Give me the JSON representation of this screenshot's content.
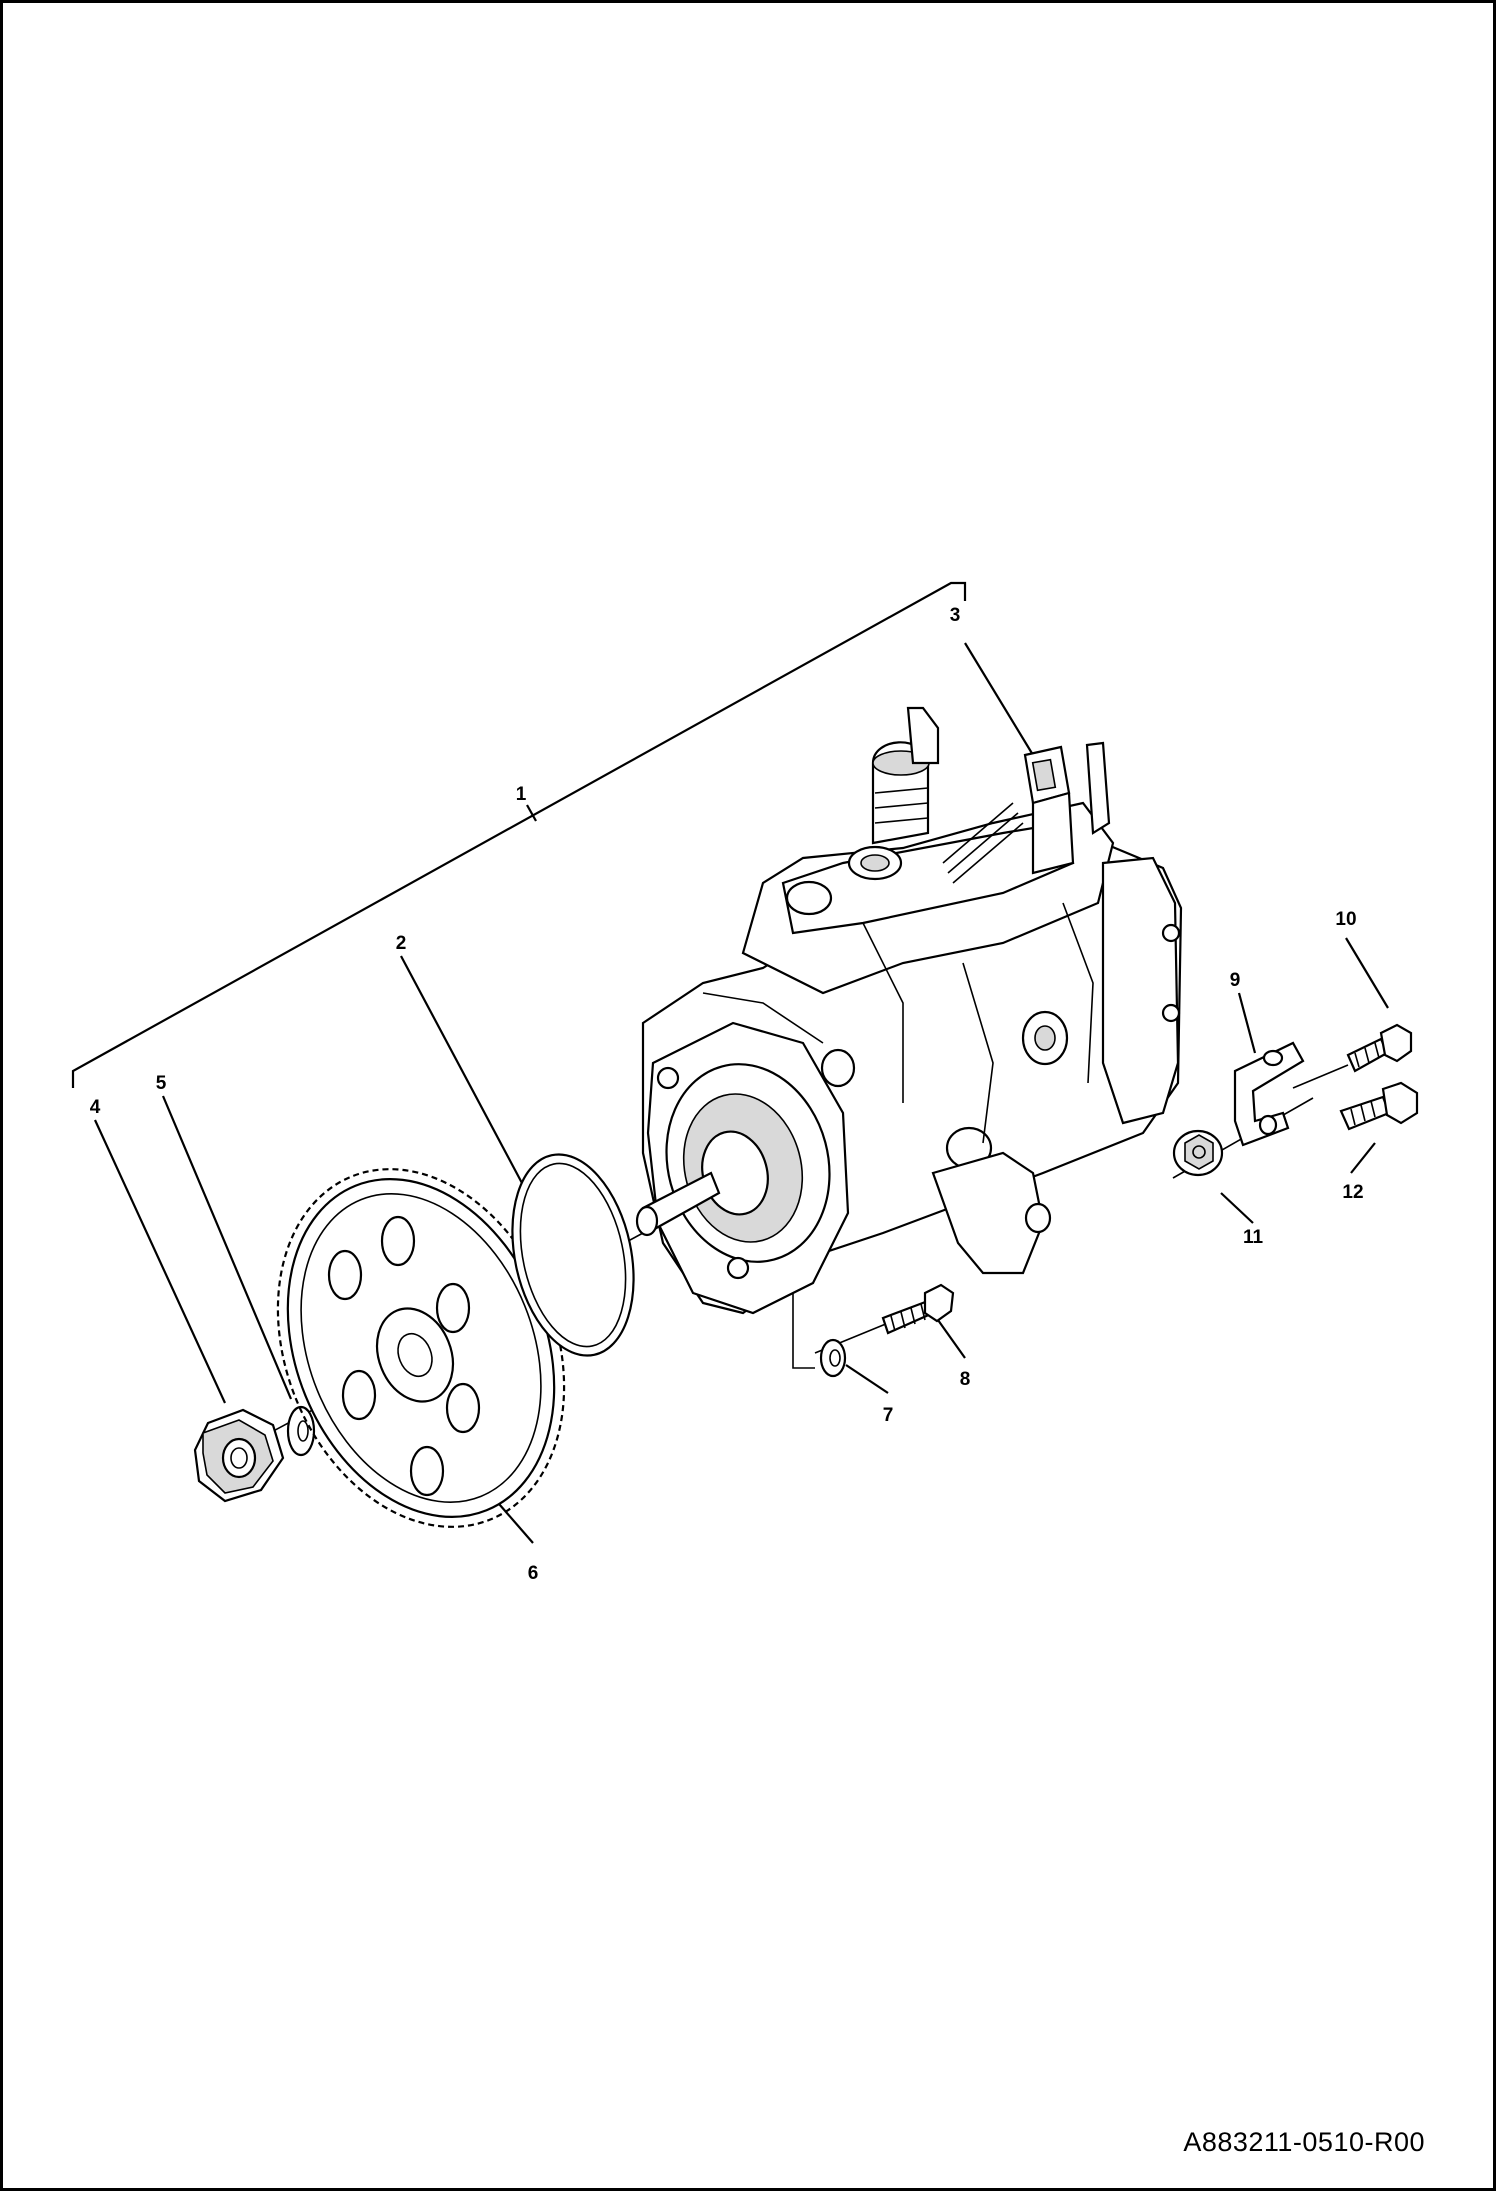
{
  "drawing": {
    "drawing_number": "A883211-0510-R00",
    "callouts": [
      "1",
      "2",
      "3",
      "4",
      "5",
      "6",
      "7",
      "8",
      "9",
      "10",
      "11",
      "12"
    ]
  }
}
